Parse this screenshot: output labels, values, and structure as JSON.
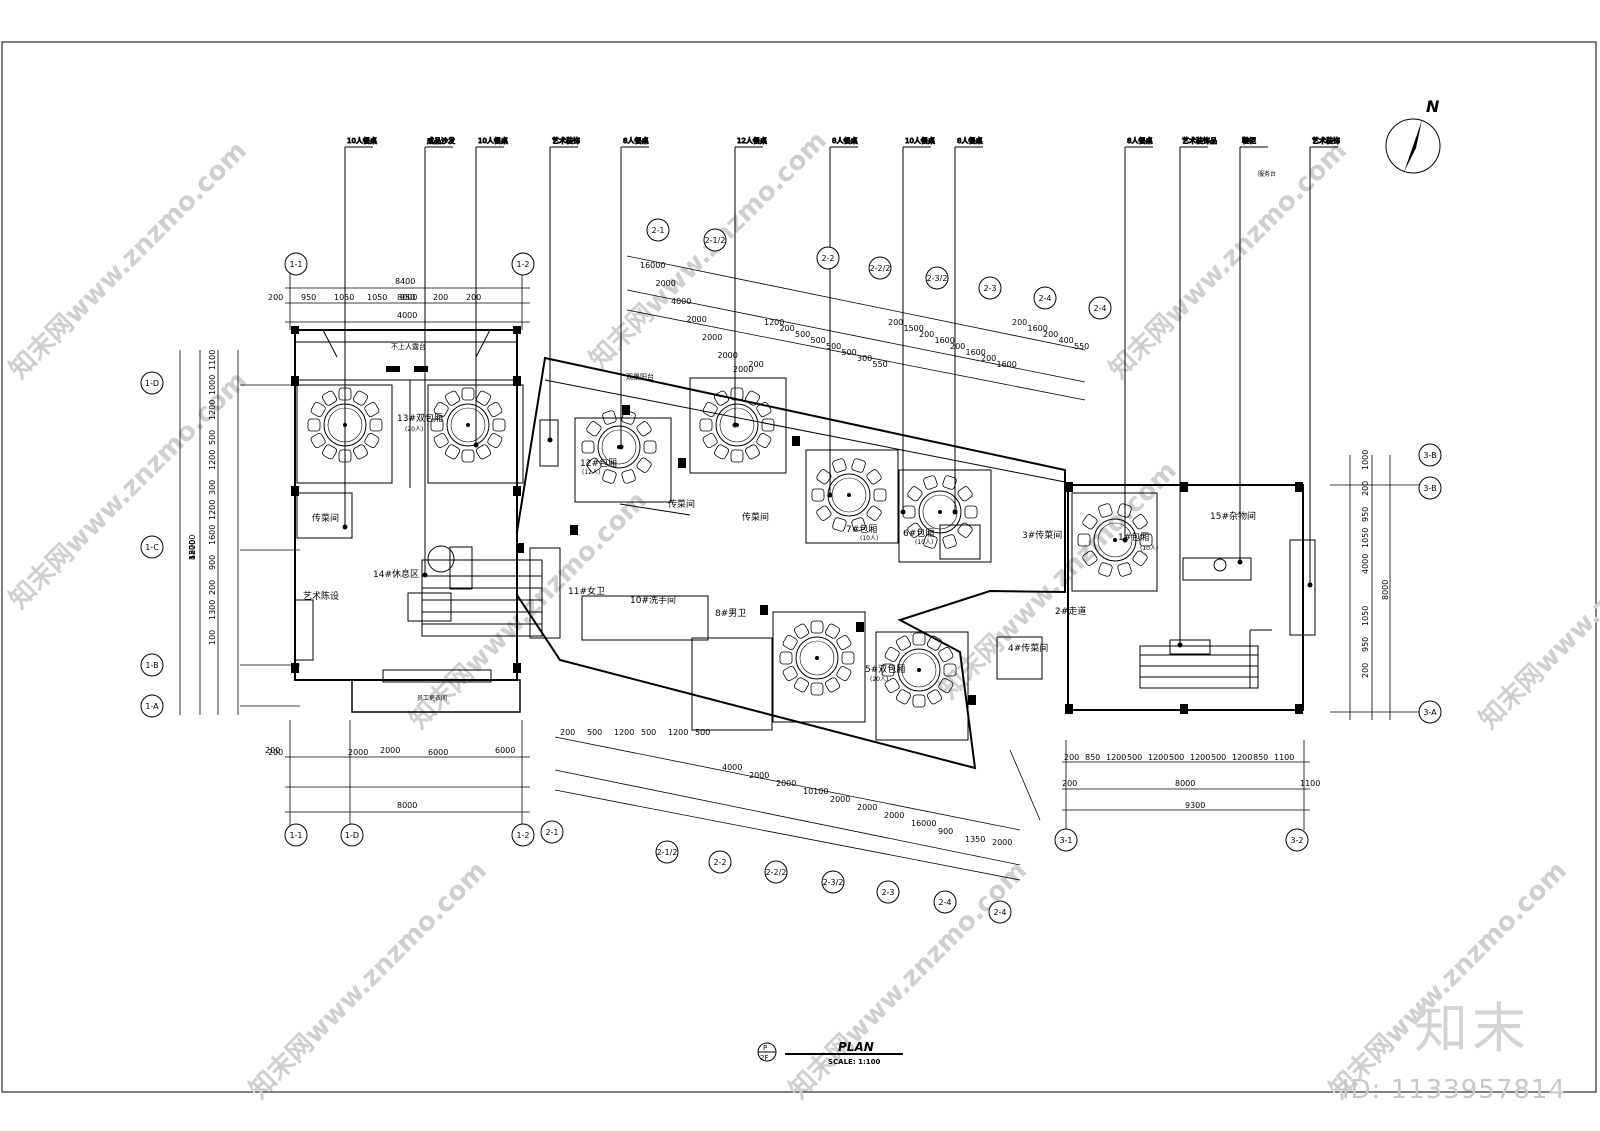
{
  "compass": {
    "north": "N"
  },
  "title_block": {
    "title": "PLAN",
    "scale": "SCALE: 1:100",
    "sheet_top": "P",
    "sheet_bottom": "2F"
  },
  "callouts": [
    "10人餐桌",
    "成品沙发",
    "10人餐桌",
    "艺术装饰",
    "8人餐桌",
    "12人餐桌",
    "8人餐桌",
    "10人餐桌",
    "8人餐桌",
    "8人餐桌",
    "艺术装饰品",
    "鞋柜",
    "艺术装饰"
  ],
  "callout_sub": "服务台",
  "rooms": [
    "13#双包厢",
    "12#包厢",
    "7#包厢",
    "6#包厢",
    "1#包厢",
    "5#双包厢",
    "14#休息区",
    "10#洗手间",
    "11#女卫",
    "8#男卫",
    "传菜间",
    "传菜间",
    "传菜间",
    "3#传菜间",
    "4#传菜间",
    "15#杂物间",
    "2#走道",
    "艺术陈设",
    "不上人露台",
    "观景阳台",
    "员工更衣间"
  ],
  "room_subs": [
    "(20人)",
    "(12人)",
    "(10人)",
    "(10人)",
    "(10人)",
    "(20人)"
  ],
  "axis_left": [
    "1-1",
    "1-2"
  ],
  "axis_rows_left": [
    "1-D",
    "1-C",
    "1-B",
    "1-A"
  ],
  "axis_mid": [
    "2-1",
    "2-1/2",
    "2-2",
    "2-2/2",
    "2-3/2",
    "2-3",
    "2-4"
  ],
  "axis_right": [
    "3-1",
    "3-2"
  ],
  "axis_rows_right": [
    "3-B",
    "3-A"
  ],
  "dims": {
    "left_top": [
      "8400",
      "8000",
      "4000",
      "200",
      "950",
      "1050",
      "1050",
      "950",
      "200",
      "200"
    ],
    "left_bottom": [
      "200",
      "2000",
      "6000",
      "200",
      "2000",
      "6000",
      "8000"
    ],
    "left_side": [
      "12700",
      "5800",
      "4200",
      "1500",
      "1100",
      "1000",
      "1200",
      "500",
      "1200",
      "300",
      "1200",
      "1600",
      "900",
      "200",
      "1300",
      "100"
    ],
    "mid_top": [
      "16000",
      "2000",
      "4000",
      "2000",
      "2000",
      "2000",
      "2000",
      "200",
      "1200",
      "200",
      "500",
      "500",
      "500",
      "500",
      "300",
      "550",
      "200",
      "1500",
      "200",
      "1600",
      "200",
      "1600",
      "200",
      "1600",
      "200",
      "1600",
      "200",
      "400",
      "550"
    ],
    "mid_bottom": [
      "200",
      "500",
      "1200",
      "500",
      "1200",
      "500",
      "4000",
      "2000",
      "2000",
      "10100",
      "2000",
      "2000",
      "2000",
      "16000",
      "900",
      "1350",
      "2000"
    ],
    "right_bottom": [
      "200",
      "850",
      "1200",
      "500",
      "1200",
      "500",
      "1200",
      "500",
      "1200",
      "850",
      "1100",
      "200",
      "8000",
      "1100",
      "9300"
    ],
    "right_side": [
      "1000",
      "200",
      "950",
      "1050",
      "4000",
      "8000",
      "1050",
      "950",
      "200"
    ]
  },
  "watermarks": [
    "知末网www.znzmo.com"
  ],
  "brand": "知末",
  "image_id": "ID: 1133957814"
}
